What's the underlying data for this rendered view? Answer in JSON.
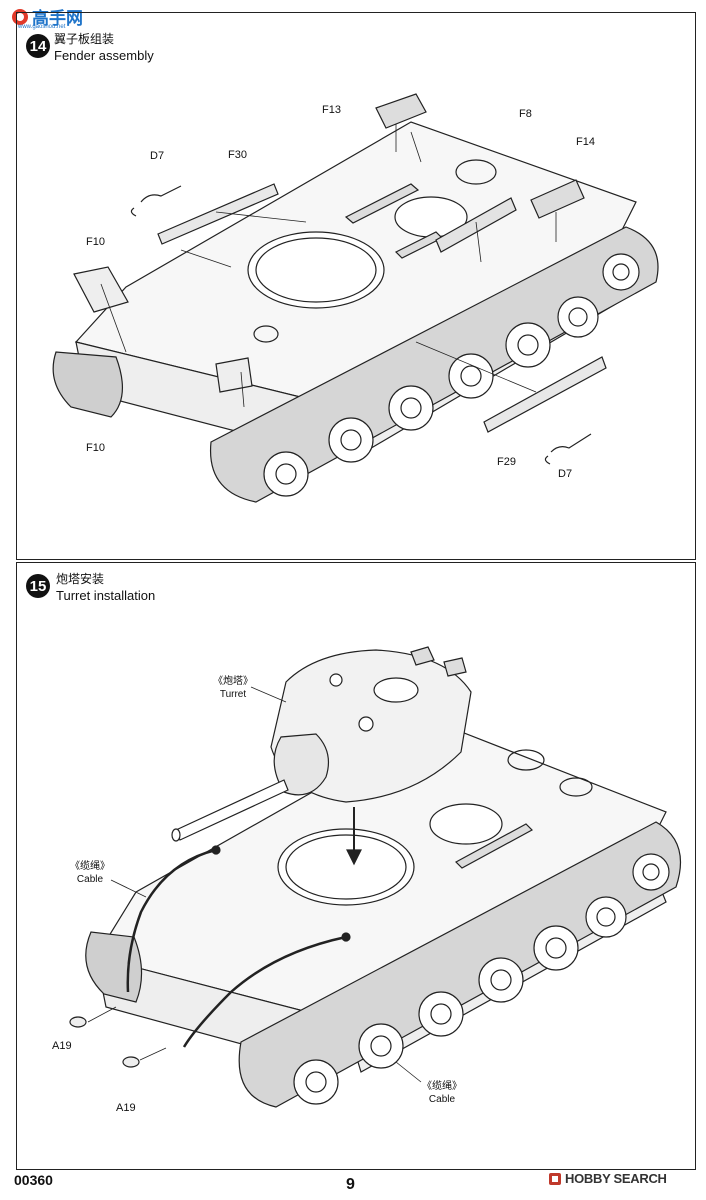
{
  "watermark_top": {
    "text": "高手网",
    "url": "www.gaoshou.net"
  },
  "step14": {
    "number": "14",
    "title_cn": "翼子板组装",
    "title_en": "Fender assembly"
  },
  "step15": {
    "number": "15",
    "title_cn": "炮塔安装",
    "title_en": "Turret installation"
  },
  "labels14": {
    "F13": "F13",
    "F8": "F8",
    "F14": "F14",
    "D7_top": "D7",
    "F30": "F30",
    "F10_top": "F10",
    "F10_bottom": "F10",
    "F29": "F29",
    "D7_bottom": "D7"
  },
  "labels15": {
    "turret_cn": "《炮塔》",
    "turret_en": "Turret",
    "cable1_cn": "《缆绳》",
    "cable1_en": "Cable",
    "cable2_cn": "《缆绳》",
    "cable2_en": "Cable",
    "A19_left": "A19",
    "A19_right": "A19"
  },
  "footer": {
    "code": "00360",
    "page": "9"
  },
  "watermark_bottom": {
    "brand": "HOBBY SEARCH"
  }
}
